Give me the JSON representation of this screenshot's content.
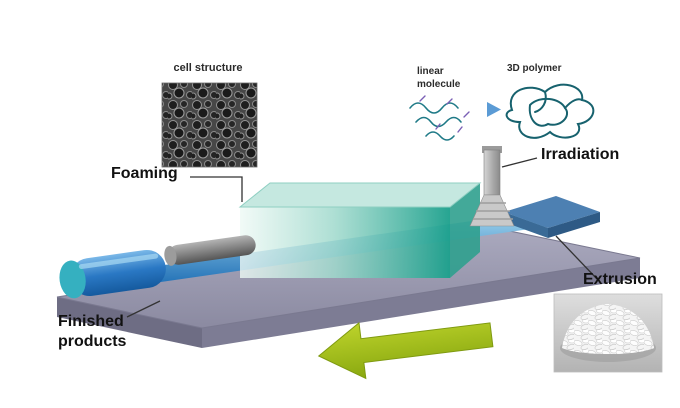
{
  "figure": {
    "labels": {
      "cell_structure": "cell structure",
      "linear_molecule_line1": "linear",
      "linear_molecule_line2": "molecule",
      "polymer_3d": "3D polymer",
      "irradiation": "Irradiation",
      "foaming": "Foaming",
      "extrusion": "Extrusion",
      "finished_line1": "Finished",
      "finished_line2": "products"
    },
    "colors": {
      "molecule_teal": "#1f7a87",
      "polymer_teal_dark": "#17626e",
      "foam_teal": "#2fa08e",
      "extruder_blue": "#4d80b2",
      "roll_end_teal": "#35b0c0",
      "arrow_green": "#a6c31c",
      "small_arrow_blue": "#5b9bd5",
      "platform_gray": "#9a99b0",
      "sheet_blue": "#2e7fc0"
    }
  }
}
